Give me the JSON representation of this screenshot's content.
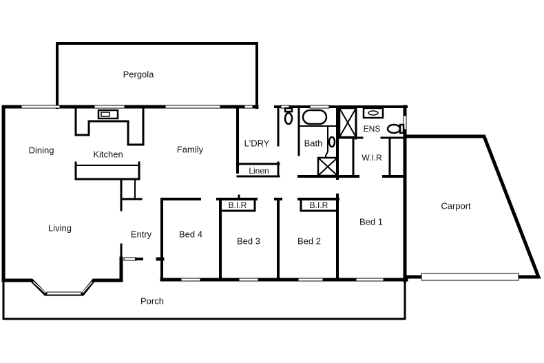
{
  "plan": {
    "type": "floor-plan",
    "rooms": {
      "pergola": "Pergola",
      "dining": "Dining",
      "kitchen": "Kitchen",
      "family": "Family",
      "laundry": "L'DRY",
      "linen": "Linen",
      "bath": "Bath",
      "ensuite": "ENS",
      "wir": "W.I.R",
      "living": "Living",
      "entry": "Entry",
      "bed4": "Bed 4",
      "bed3": "Bed 3",
      "bed3_bir": "B.I.R",
      "bed2": "Bed 2",
      "bed2_bir": "B.I.R",
      "bed1": "Bed 1",
      "carport": "Carport",
      "porch": "Porch"
    },
    "colors": {
      "wall": "#000000",
      "background": "#ffffff",
      "text": "#111111"
    }
  }
}
